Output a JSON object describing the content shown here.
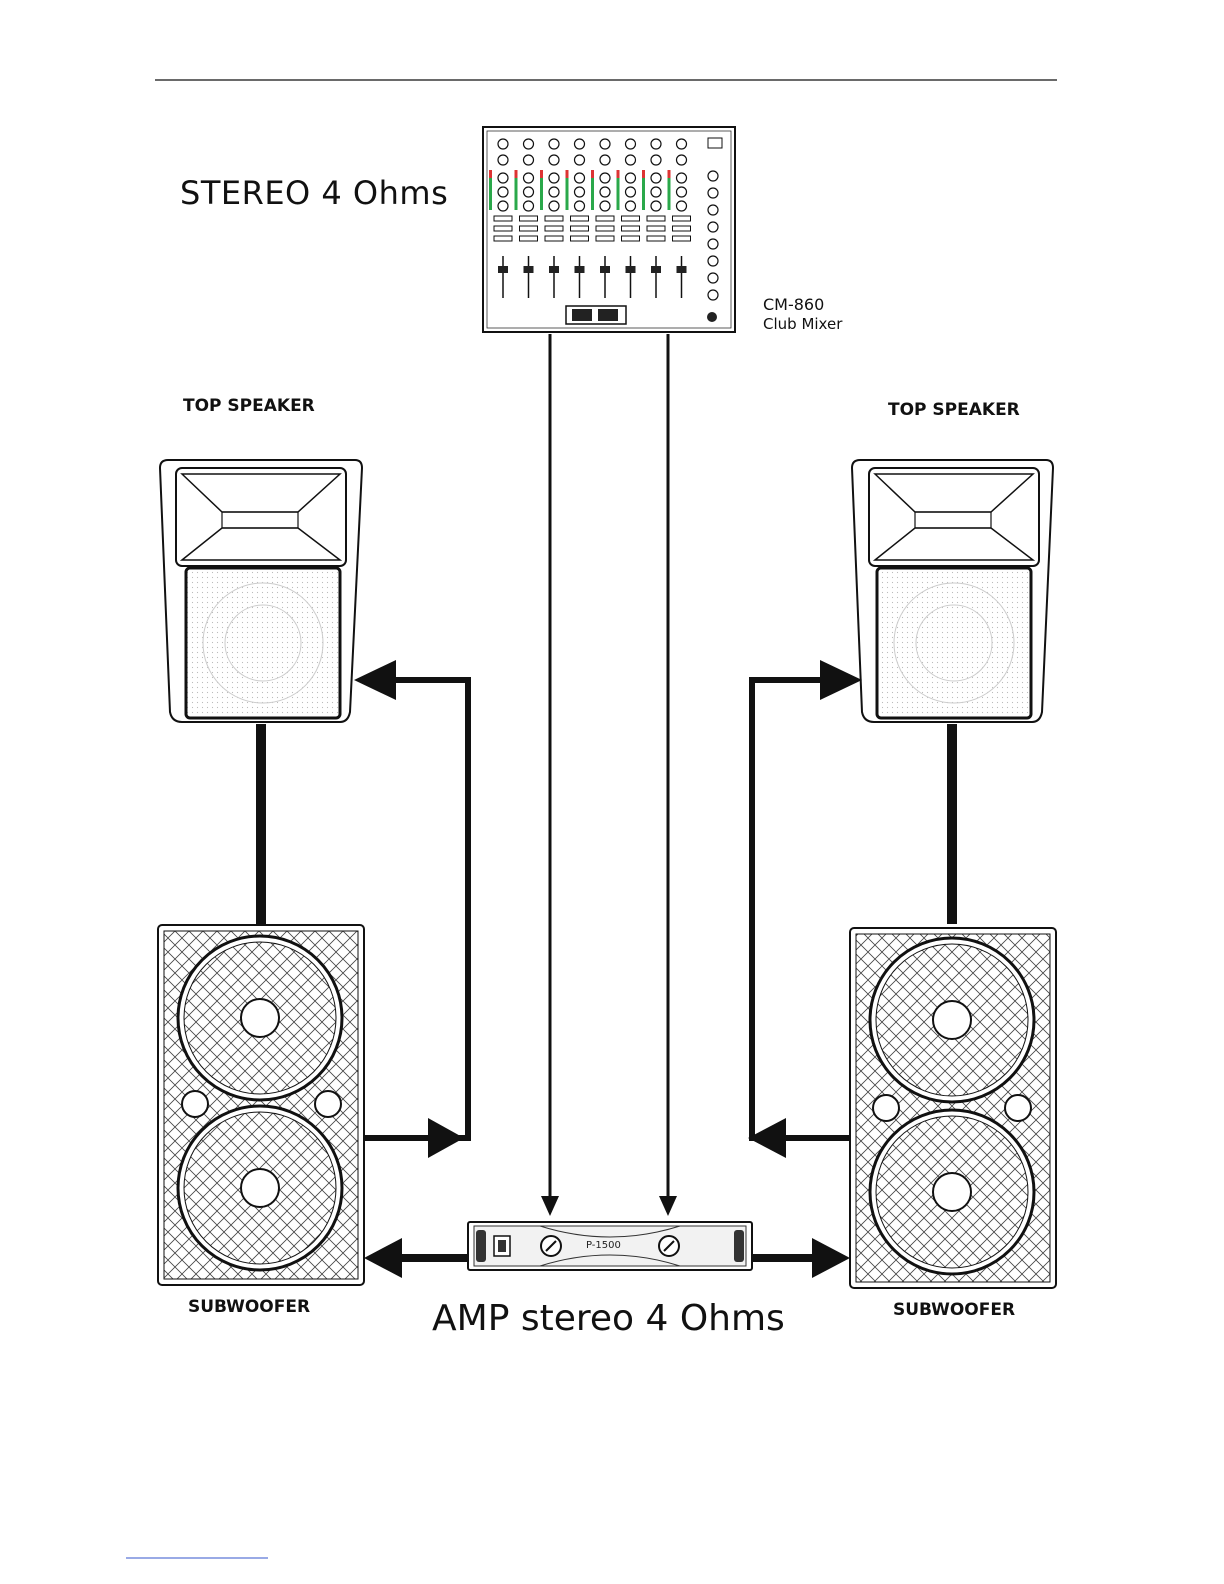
{
  "title": "STEREO 4 Ohms",
  "mixer": {
    "model": "CM-860",
    "description": "Club Mixer"
  },
  "speakers": {
    "top_left_label": "TOP SPEAKER",
    "top_right_label": "TOP SPEAKER",
    "sub_left_label": "SUBWOOFER",
    "sub_right_label": "SUBWOOFER"
  },
  "amp": {
    "title": "AMP stereo 4 Ohms",
    "model": "P-1500"
  },
  "colors": {
    "line": "#111111",
    "mixer_green": "#2aa84a",
    "mixer_red": "#d33"
  }
}
